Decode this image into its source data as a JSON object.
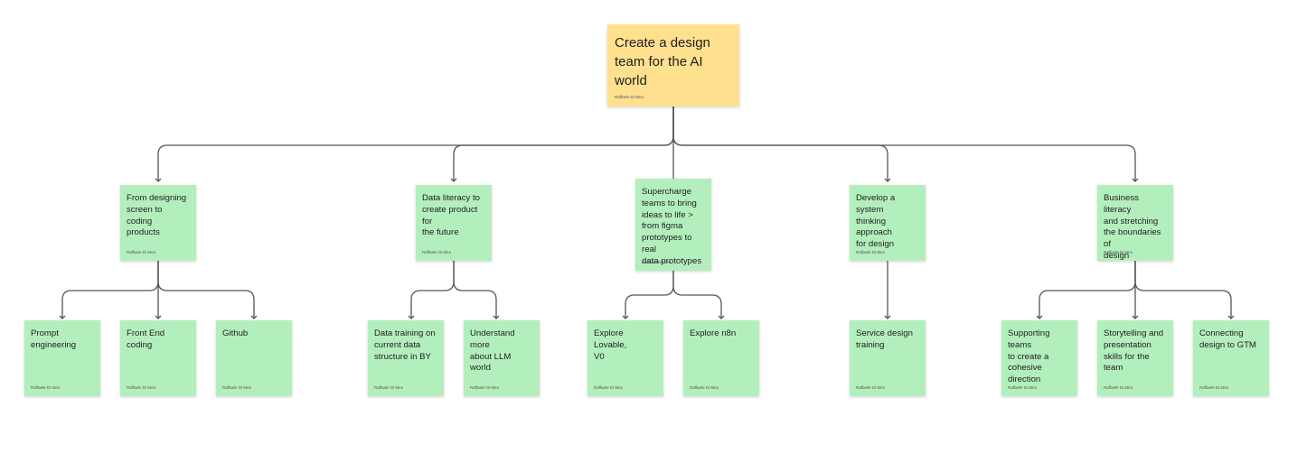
{
  "colors": {
    "root": "#ffe08f",
    "note": "#b3efbd",
    "connector": "#555555"
  },
  "root": {
    "text": "Create a design\nteam for the AI\nworld",
    "author": "Raffaele Di Meo"
  },
  "branches": [
    {
      "text": "From designing\nscreen to coding\nproducts",
      "author": "Raffaele Di Meo",
      "children": [
        {
          "text": "Prompt\nengineering",
          "author": "Raffaele Di Meo"
        },
        {
          "text": "Front End coding",
          "author": "Raffaele Di Meo"
        },
        {
          "text": "Github",
          "author": "Raffaele Di Meo"
        }
      ]
    },
    {
      "text": "Data literacy to\ncreate product for\nthe future",
      "author": "Raffaele Di Meo",
      "children": [
        {
          "text": "Data training on\ncurrent data\nstructure in BY",
          "author": "Raffaele Di Meo"
        },
        {
          "text": "Understand more\nabout LLM world",
          "author": "Raffaele Di Meo"
        }
      ]
    },
    {
      "text": "Supercharge\nteams to bring\nideas to life >\nfrom figma\nprototypes to real\ndata prototypes",
      "author": "Raffaele Di Meo",
      "children": [
        {
          "text": "Explore Lovable,\nV0",
          "author": "Raffaele Di Meo"
        },
        {
          "text": "Explore n8n",
          "author": "Raffaele Di Meo"
        }
      ]
    },
    {
      "text": "Develop a system\nthinking approach\nfor design",
      "author": "Raffaele Di Meo",
      "children": [
        {
          "text": "Service design\ntraining",
          "author": "Raffaele Di Meo"
        }
      ]
    },
    {
      "text": "Business literacy\nand stretching\nthe boundaries of\ndesign",
      "author": "Raffaele Di Meo",
      "children": [
        {
          "text": "Supporting teams\nto create a\ncohesive\ndirection",
          "author": "Raffaele Di Meo"
        },
        {
          "text": "Storytelling and\npresentation\nskills for the team",
          "author": "Raffaele Di Meo"
        },
        {
          "text": "Connecting\ndesign to GTM",
          "author": "Raffaele Di Meo"
        }
      ]
    }
  ]
}
